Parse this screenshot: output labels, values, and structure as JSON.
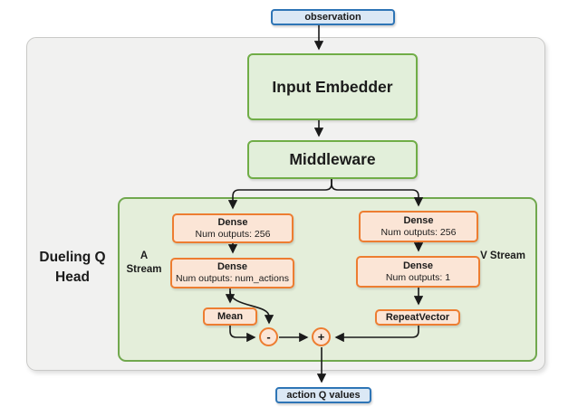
{
  "nodes": {
    "observation": "observation",
    "input_embedder": "Input Embedder",
    "middleware": "Middleware",
    "action_q_values": "action Q values"
  },
  "head": {
    "title": "Dueling Q Head",
    "a_stream": {
      "label": "A Stream",
      "dense1_title": "Dense",
      "dense1_subtitle": "Num outputs: 256",
      "dense2_title": "Dense",
      "dense2_subtitle": "Num outputs: num_actions",
      "op_label": "Mean"
    },
    "v_stream": {
      "label": "V Stream",
      "dense1_title": "Dense",
      "dense1_subtitle": "Num outputs: 256",
      "dense2_title": "Dense",
      "dense2_subtitle": "Num outputs: 1",
      "op_label": "RepeatVector"
    },
    "subtract_op": "-",
    "add_op": "+"
  },
  "colors": {
    "io_fill": "#dbe8f5",
    "io_border": "#2e75b6",
    "green_fill": "#e2efda",
    "green_border": "#70ad47",
    "orange_fill": "#fbe5d6",
    "orange_border": "#ed7d31",
    "container_fill": "#f1f1f0",
    "container_border": "#c9c9c7",
    "arrow": "#1a1a1a"
  }
}
